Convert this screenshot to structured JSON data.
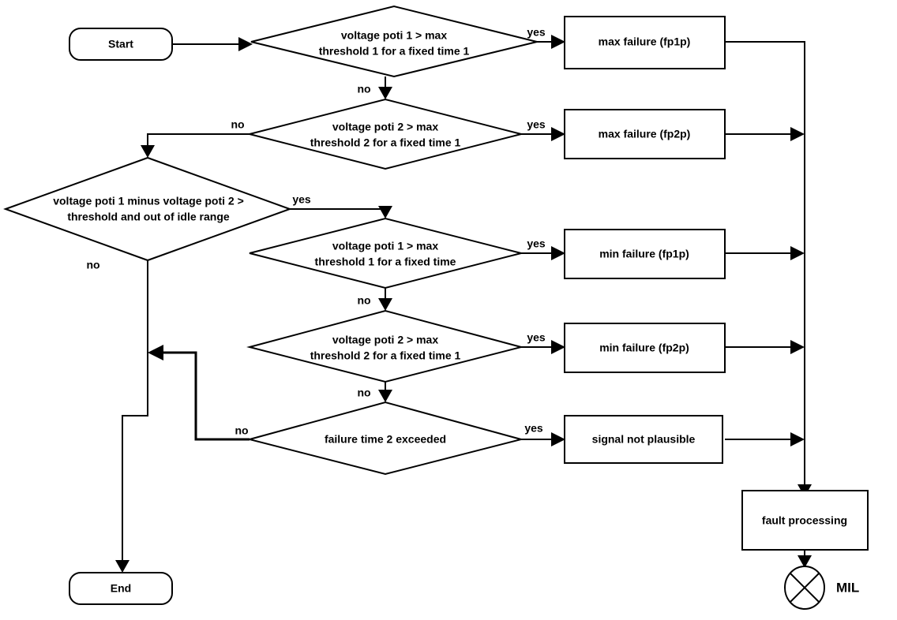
{
  "diagram": {
    "type": "flowchart",
    "title": "Potentiometer plausibility fault detection flowchart",
    "background_color": "#ffffff",
    "line_color": "#000000"
  },
  "nodes": {
    "start": {
      "label": "Start",
      "shape": "rounded-terminator"
    },
    "end": {
      "label": "End",
      "shape": "rounded-terminator"
    },
    "d1": {
      "shape": "decision",
      "line1": "voltage poti 1 > max",
      "line2": "threshold 1 for a fixed time 1"
    },
    "d2": {
      "shape": "decision",
      "line1": "voltage poti 2 > max",
      "line2": "threshold 2 for a fixed time 1"
    },
    "d3": {
      "shape": "decision",
      "line1": "voltage poti 1 minus voltage poti 2 >",
      "line2": "threshold and out of  idle range"
    },
    "d4": {
      "shape": "decision",
      "line1": "voltage poti 1 > max",
      "line2": "threshold 1 for a fixed time"
    },
    "d5": {
      "shape": "decision",
      "line1": "voltage poti 2 > max",
      "line2": "threshold 2 for a fixed time 1"
    },
    "d6": {
      "shape": "decision",
      "line1": "failure time 2 exceeded",
      "line2": ""
    },
    "p1": {
      "shape": "process",
      "label": "max failure (fp1p)"
    },
    "p2": {
      "shape": "process",
      "label": "max failure (fp2p)"
    },
    "p3": {
      "shape": "process",
      "label": "min failure (fp1p)"
    },
    "p4": {
      "shape": "process",
      "label": "min failure (fp2p)"
    },
    "p5": {
      "shape": "process",
      "label": "signal not plausible"
    },
    "fault": {
      "shape": "process",
      "label": "fault processing"
    },
    "mil": {
      "shape": "circle-cross",
      "label": "MIL"
    }
  },
  "edge_labels": {
    "d1_yes": "yes",
    "d1_no": "no",
    "d2_yes": "yes",
    "d2_no": "no",
    "d3_yes": "yes",
    "d3_no": "no",
    "d4_yes": "yes",
    "d4_no": "no",
    "d5_yes": "yes",
    "d5_no": "no",
    "d6_yes": "yes",
    "d6_no": "no"
  }
}
